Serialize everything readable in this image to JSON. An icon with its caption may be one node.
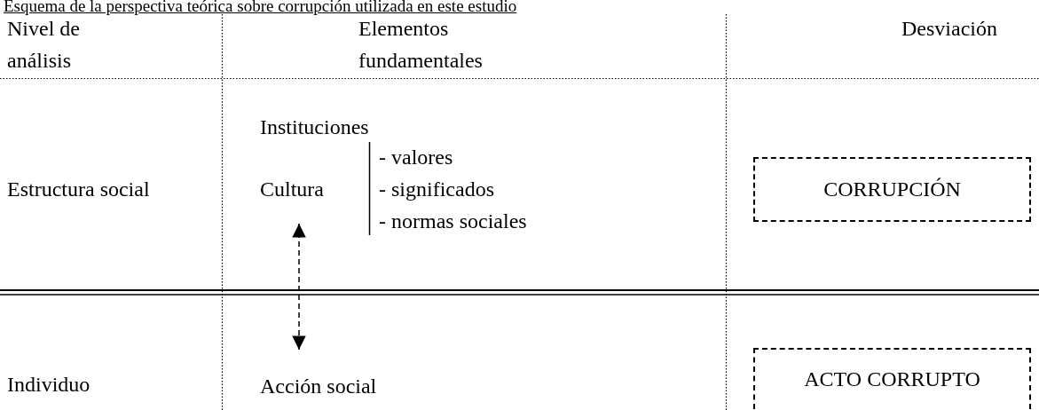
{
  "diagram": {
    "title": "Esquema de la perspectiva teórica sobre corrupción utilizada en este estudio",
    "nodes": [
      {
        "text": [
          "Cultura"
        ]
      },
      {
        "text": [
          "Acción social"
        ]
      },
      {
        "text": [
          "CORRUPCIÓN"
        ]
      },
      {
        "text": [
          "ACTO CORRUPTO"
        ]
      }
    ],
    "edges": [
      {
        "from": 0,
        "to": 1,
        "arrow": "both",
        "style": "dashed"
      }
    ],
    "labels": [
      "Nivel de análisis",
      "Elementos fundamentales",
      "Desviación",
      "Instituciones",
      "Estructura social",
      "- valores",
      "- significados",
      "- normas sociales",
      "Individuo"
    ]
  }
}
